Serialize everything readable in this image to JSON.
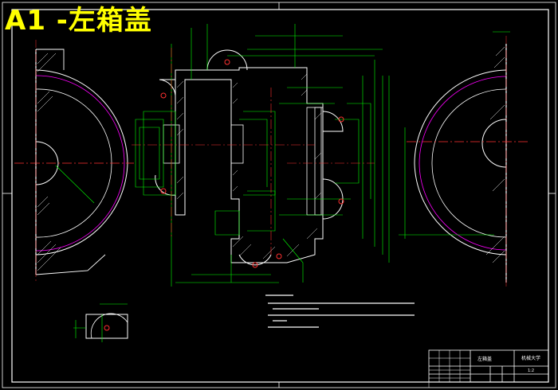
{
  "drawing": {
    "title": "A1 -左箱盖",
    "background_color": "#000000",
    "frame_color": "#ffffff",
    "part_color": "#00ff00",
    "centerline_color": "#ff3030",
    "hatch_color": "#ffffff",
    "arc_color": "#ff00ff",
    "hole_color": "#ff0000",
    "title_color": "#ffff00"
  },
  "title_block": {
    "drawing_name": "左箱盖",
    "company": "机械大学",
    "scale": "1:2"
  }
}
